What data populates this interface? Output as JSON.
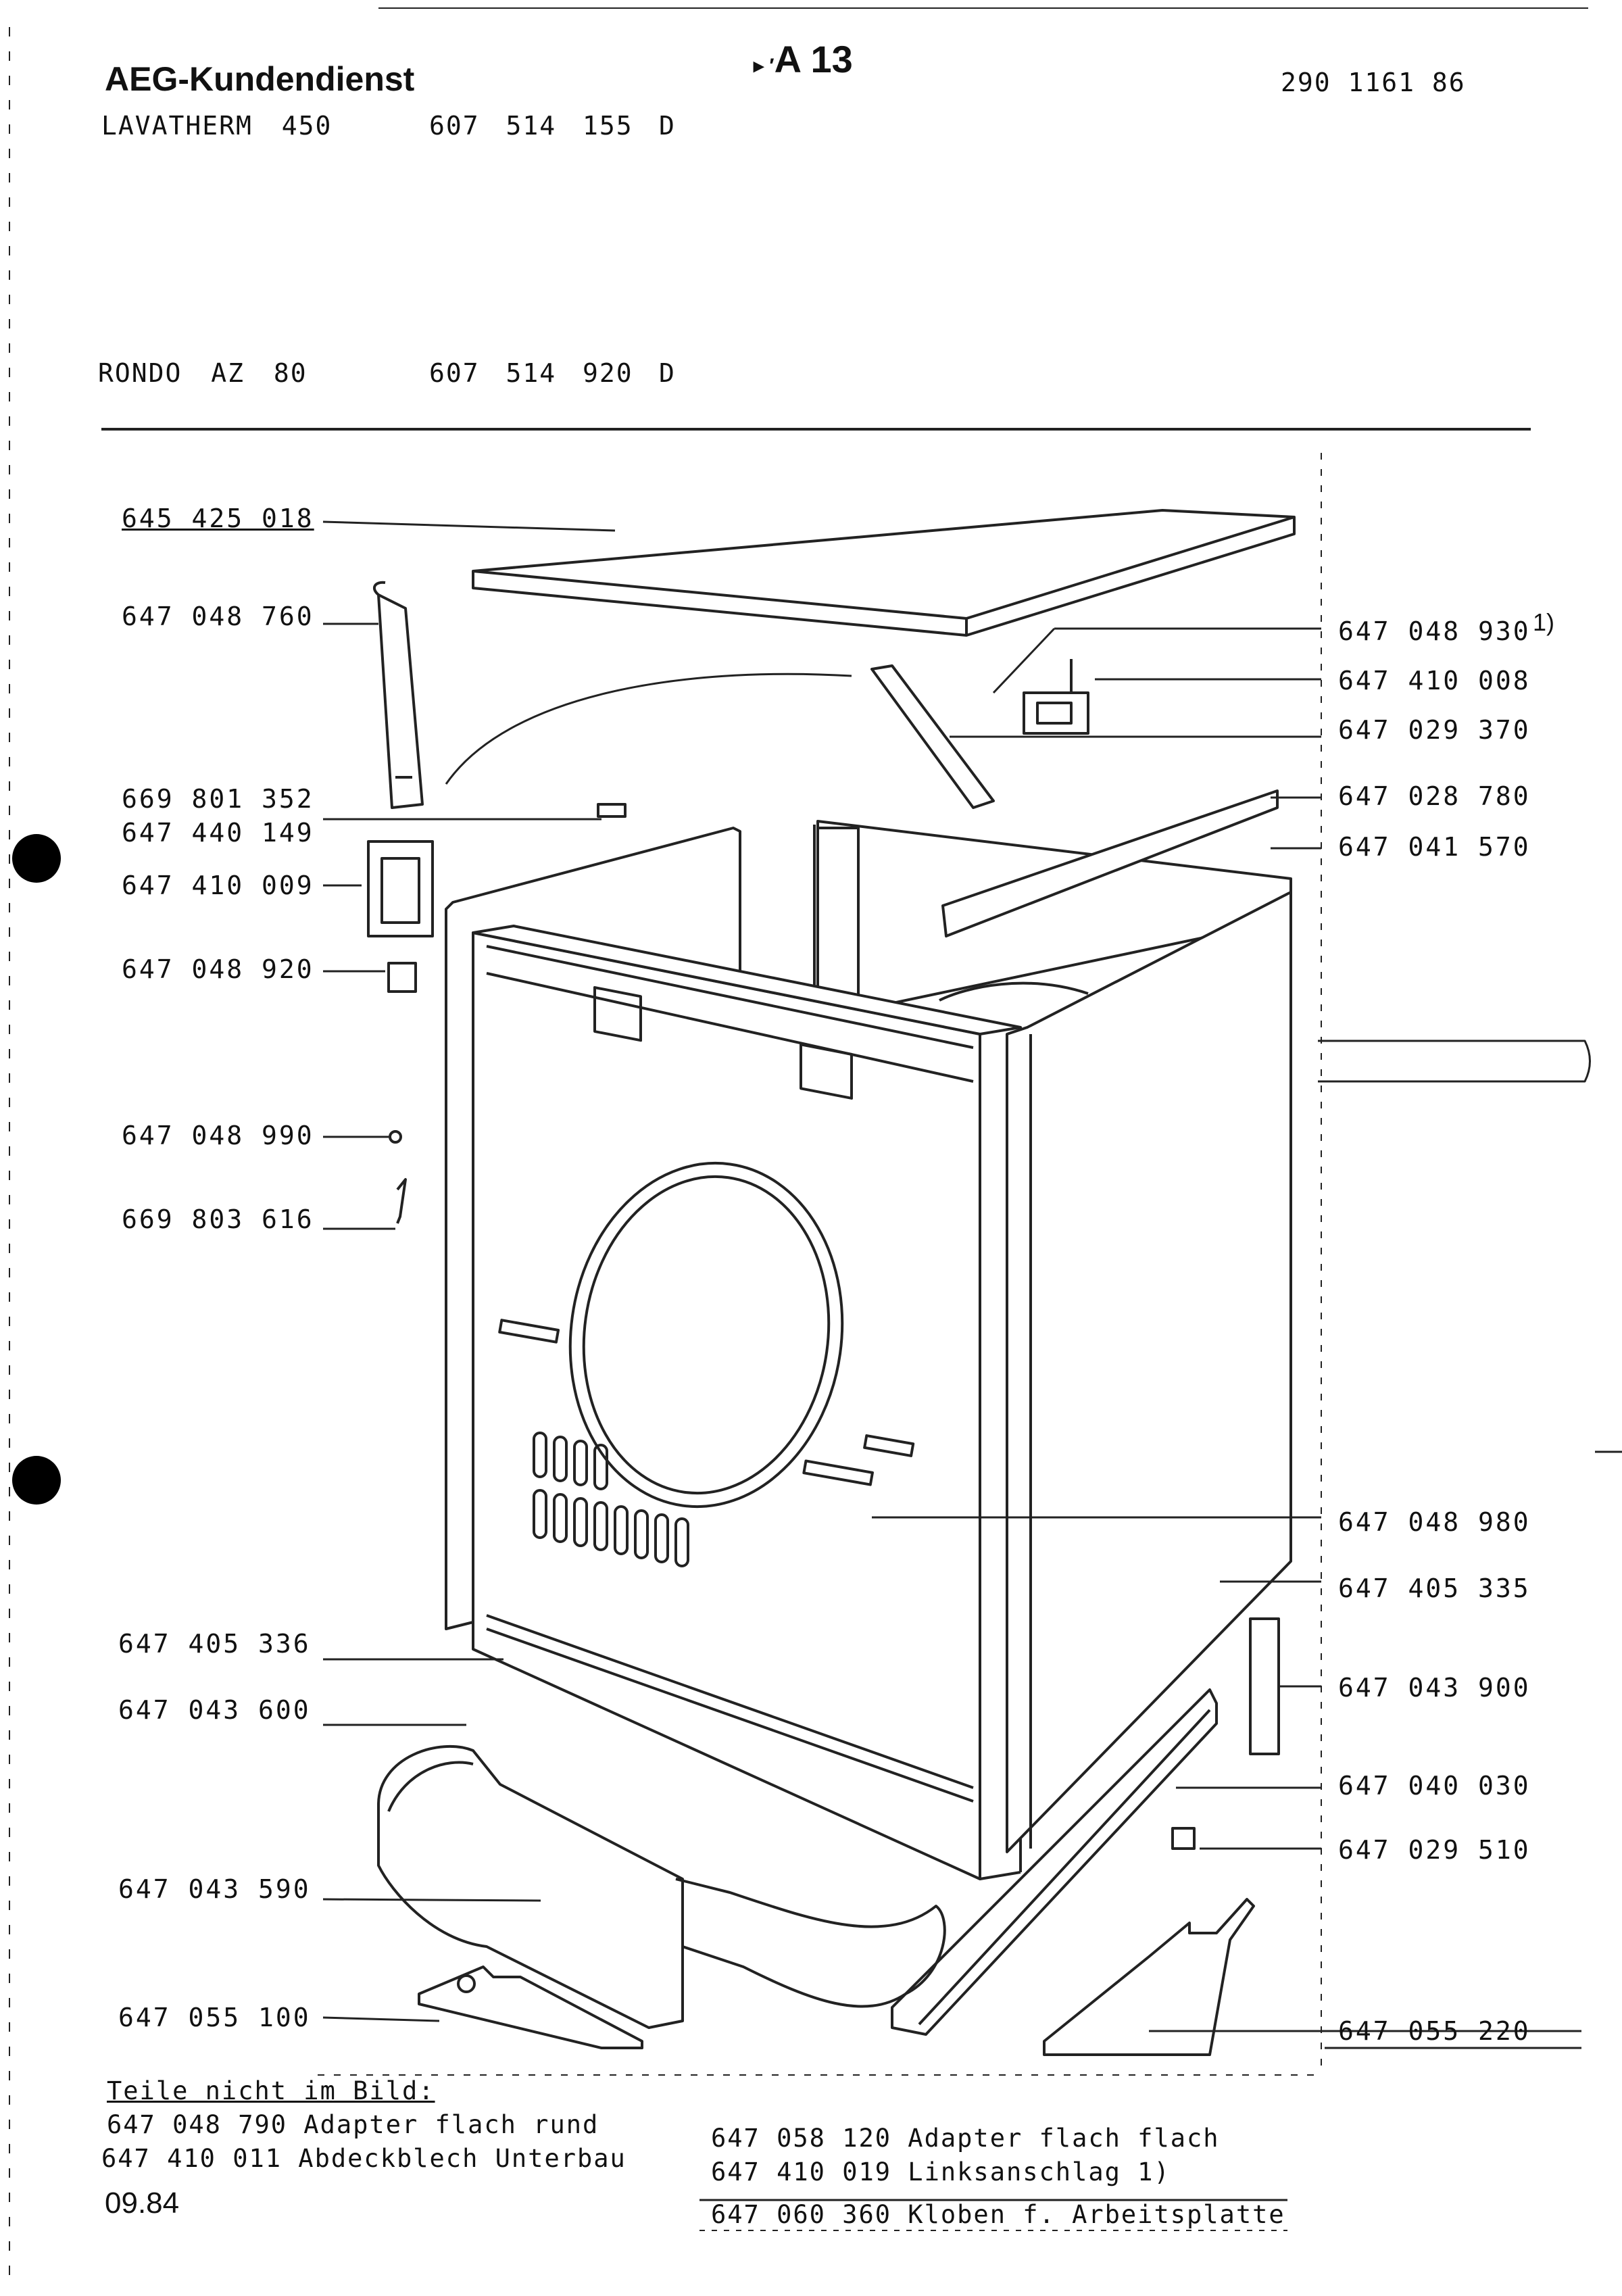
{
  "header": {
    "brand": "AEG-Kundendienst",
    "page_id": "A 13",
    "doc_number": "290 1161 86"
  },
  "models": [
    {
      "name": "LAVATHERM 450",
      "number": "607 514 155",
      "code": "D"
    },
    {
      "name": "RONDO AZ 80",
      "number": "607 514 920",
      "code": "D"
    }
  ],
  "left_parts": [
    "645 425 018",
    "647 048 760",
    "669 801 352",
    "647 440 149",
    "647 410 009",
    "647 048 920",
    "647 048 990",
    "669 803 616",
    "647 405 336",
    "647 043 600",
    "647 043 590",
    "647 055 100"
  ],
  "right_parts": [
    "647 048 930",
    "647 410 008",
    "647 029 370",
    "647 028 780",
    "647 041 570",
    "647 048 980",
    "647 405 335",
    "647 043 900",
    "647 040 030",
    "647 029 510",
    "647 055 220"
  ],
  "footnote_marker": "1)",
  "parts_not_shown": {
    "heading": "Teile nicht im Bild:",
    "items": [
      "647 048 790 Adapter flach rund",
      "647 410 011 Abdeckblech Unterbau",
      "647 058 120 Adapter flach flach",
      "647 410 019 Linksanschlag 1)",
      "647 060 360 Kloben f. Arbeitsplatte"
    ]
  },
  "date": "09.84",
  "colors": {
    "ink": "#111111",
    "line": "#222222",
    "paper": "#ffffff"
  }
}
